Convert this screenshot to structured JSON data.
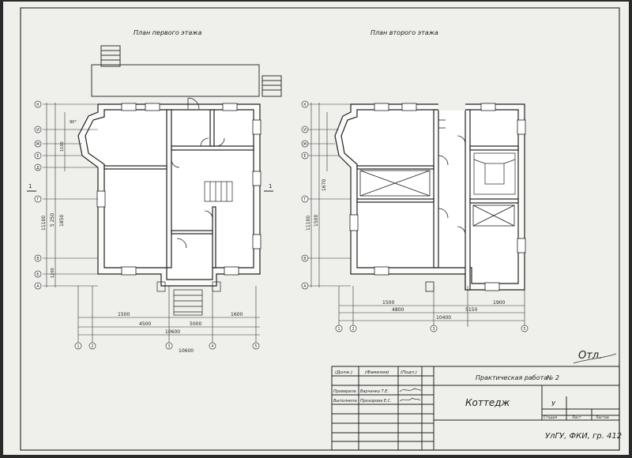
{
  "titles": {
    "plan1": "План первого этажа",
    "plan2": "План второго этажа"
  },
  "section_mark": "1",
  "axes_rows": [
    "А",
    "Б",
    "В",
    "Г",
    "Д",
    "Е",
    "Ж",
    "И",
    "К"
  ],
  "axes_cols": [
    "1",
    "2",
    "3",
    "4",
    "5"
  ],
  "dims_plan1": {
    "d1500": "1500",
    "d4500": "4500",
    "d5000": "5000",
    "d1600": "1600",
    "d10600": "10600",
    "d10600b": "10600",
    "d11100": "11100",
    "d5250": "5 250",
    "d1850": "1850",
    "d1200": "1200",
    "d1100": "1100",
    "d90": "90°"
  },
  "dims_plan2": {
    "d1500": "1500",
    "d4800": "4800",
    "d5150": "5150",
    "d1900": "1900",
    "d10400": "10400",
    "d11100": "11100",
    "d1500v": "1500",
    "d1670": "1670"
  },
  "stamp": {
    "h_dolzh": "(Долж.)",
    "h_family": "(Фамилия)",
    "h_sign": "(Подп.)",
    "r1_role": "Проверила",
    "r1_name": "Варченко Т.Е.",
    "r2_role": "Выполнила",
    "r2_name": "Прохорова Е.С.",
    "work": "Практическая работа",
    "work_no": "№ 2",
    "title": "Коттедж",
    "stage_value": "У",
    "stage": "Стадия",
    "sheet": "Лист",
    "sheets": "Листов",
    "org": "УлГУ, ФКИ, гр. 412",
    "mark": "Отл."
  }
}
